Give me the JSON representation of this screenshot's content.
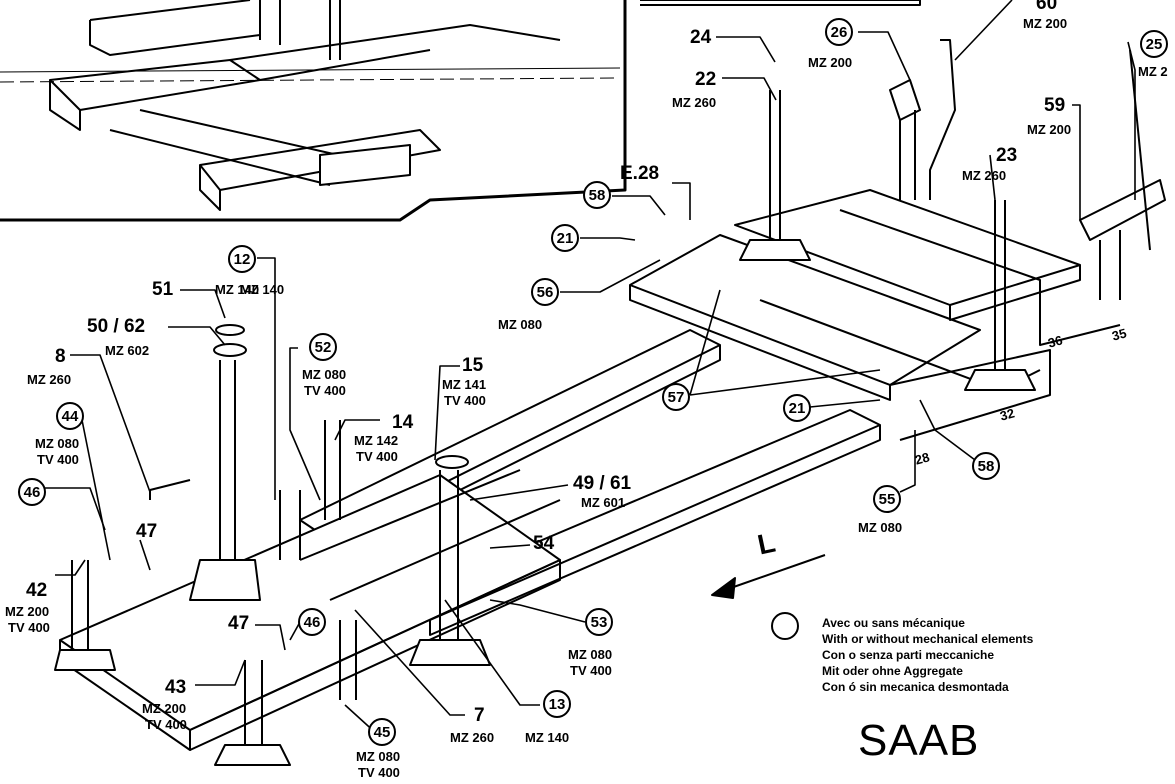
{
  "diagram": {
    "brand": "SAAB",
    "direction_label": "L",
    "legend": {
      "lines": [
        "Avec ou sans mécanique",
        "With or without mechanical elements",
        "Con o senza parti meccaniche",
        "Mit oder ohne Aggregate",
        "Con ó sin mecanica desmontada"
      ]
    },
    "callouts": [
      {
        "id": "24",
        "label": "24",
        "code": ""
      },
      {
        "id": "22",
        "label": "22",
        "code": "MZ 260"
      },
      {
        "id": "26",
        "label": "26",
        "code": "MZ 200",
        "circled": true
      },
      {
        "id": "60",
        "label": "60",
        "code": "MZ 200"
      },
      {
        "id": "25",
        "label": "25",
        "code": "MZ 2",
        "circled": true
      },
      {
        "id": "59",
        "label": "59",
        "code": "MZ 200"
      },
      {
        "id": "23",
        "label": "23",
        "code": "MZ 260"
      },
      {
        "id": "E28",
        "label": "E.28",
        "code": ""
      },
      {
        "id": "58a",
        "label": "58",
        "code": "",
        "circled": true
      },
      {
        "id": "21a",
        "label": "21",
        "code": "",
        "circled": true
      },
      {
        "id": "56",
        "label": "56",
        "code": "MZ 080",
        "circled": true
      },
      {
        "id": "57",
        "label": "57",
        "code": "",
        "circled": true
      },
      {
        "id": "21b",
        "label": "21",
        "code": "",
        "circled": true
      },
      {
        "id": "58b",
        "label": "58",
        "code": "",
        "circled": true
      },
      {
        "id": "55",
        "label": "55",
        "code": "MZ 080",
        "circled": true
      },
      {
        "id": "12",
        "label": "12",
        "code": "MZ 140",
        "circled": true
      },
      {
        "id": "51",
        "label": "51",
        "code": "MZ 140"
      },
      {
        "id": "50_62",
        "label": "50 / 62",
        "code": "MZ 602"
      },
      {
        "id": "8",
        "label": "8",
        "code": "MZ 260"
      },
      {
        "id": "52",
        "label": "52",
        "code": "MZ 080",
        "code2": "TV 400",
        "circled": true
      },
      {
        "id": "15",
        "label": "15",
        "code": "MZ 141",
        "code2": "TV 400"
      },
      {
        "id": "14",
        "label": "14",
        "code": "MZ 142",
        "code2": "TV 400"
      },
      {
        "id": "44",
        "label": "44",
        "code": "MZ 080",
        "code2": "TV 400",
        "circled": true
      },
      {
        "id": "49_61",
        "label": "49 / 61",
        "code": "MZ 601"
      },
      {
        "id": "46a",
        "label": "46",
        "code": "",
        "circled": true
      },
      {
        "id": "47a",
        "label": "47",
        "code": ""
      },
      {
        "id": "54",
        "label": "54",
        "code": ""
      },
      {
        "id": "42",
        "label": "42",
        "code": "MZ 200",
        "code2": "TV 400"
      },
      {
        "id": "53",
        "label": "53",
        "code": "MZ 080",
        "code2": "TV 400",
        "circled": true
      },
      {
        "id": "47b",
        "label": "47",
        "code": ""
      },
      {
        "id": "46b",
        "label": "46",
        "code": "",
        "circled": true
      },
      {
        "id": "43",
        "label": "43",
        "code": "MZ 200",
        "code2": "TV 400"
      },
      {
        "id": "13",
        "label": "13",
        "code": "MZ 140",
        "circled": true
      },
      {
        "id": "7",
        "label": "7",
        "code": "MZ 260"
      },
      {
        "id": "45",
        "label": "45",
        "code": "MZ 080",
        "code2": "TV 400",
        "circled": true
      }
    ],
    "rail_marks": [
      "36",
      "35",
      "32",
      "28"
    ]
  }
}
